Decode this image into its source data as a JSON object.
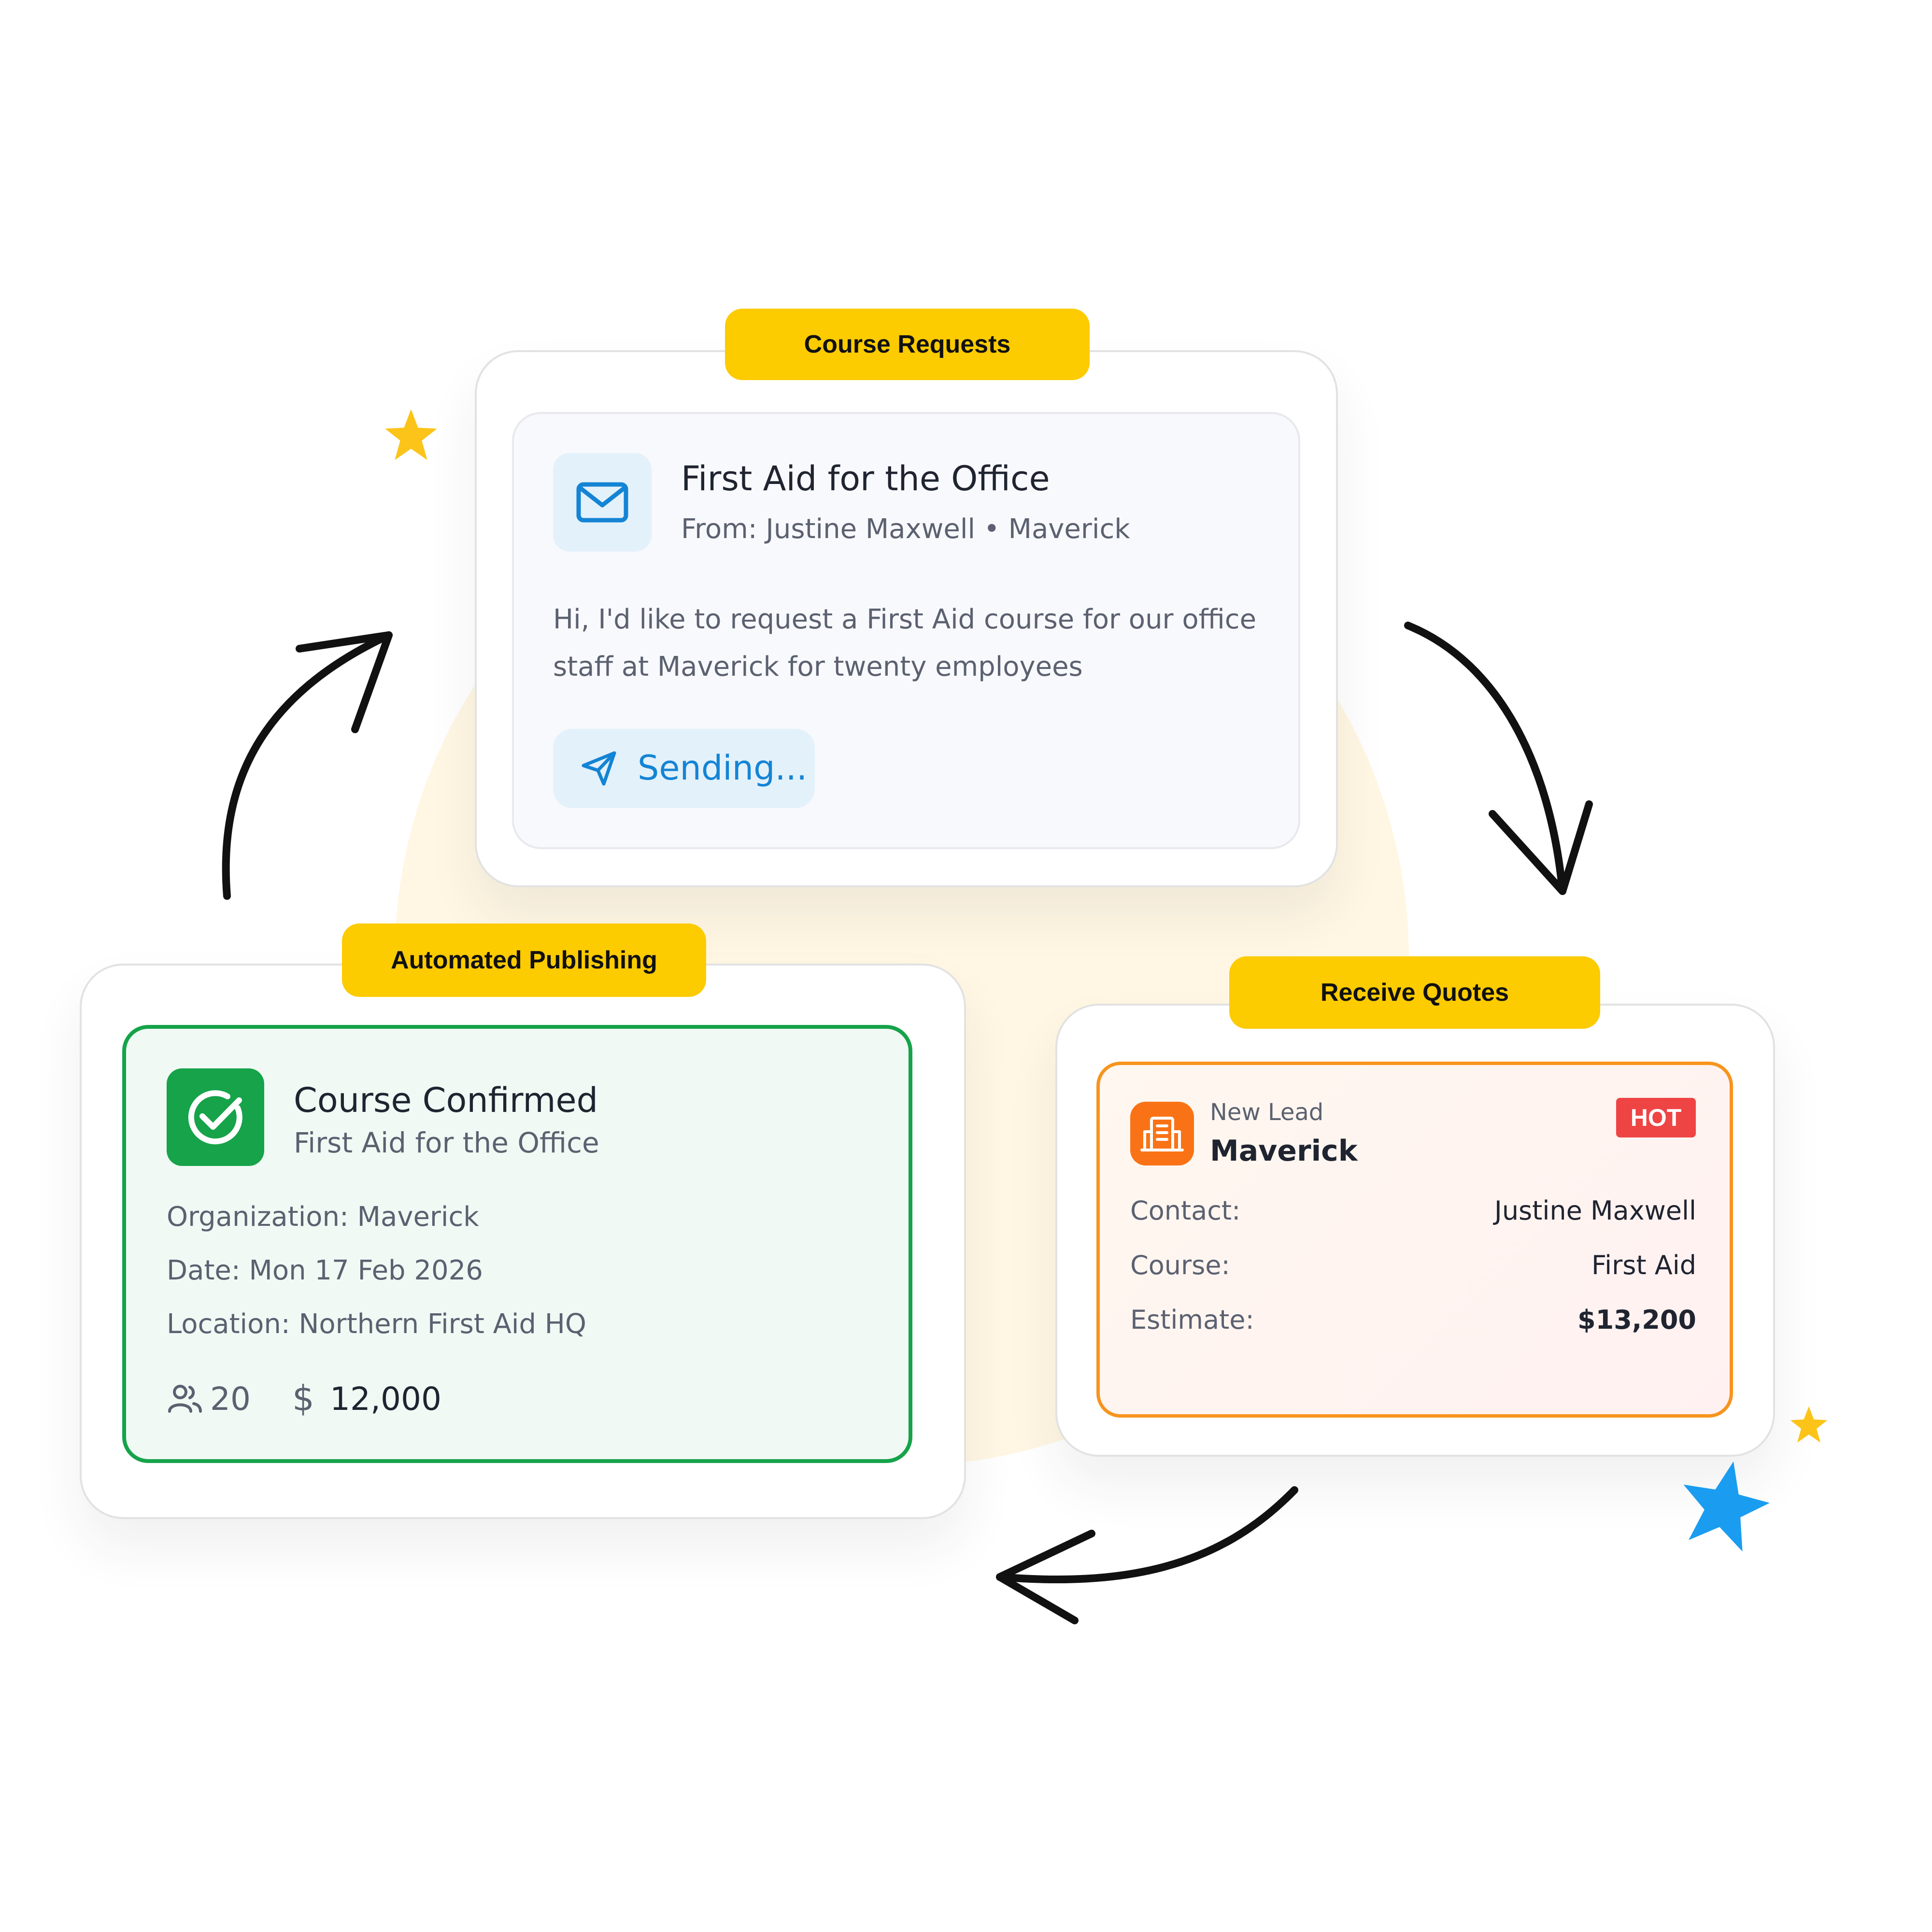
{
  "stages": {
    "course_requests": {
      "label": "Course Requests",
      "title": "First Aid for the Office",
      "from": "From: Justine Maxwell • Maverick",
      "message_line1": "Hi, I'd like to request a First Aid course for our office",
      "message_line2": "staff at Maverick for twenty employees",
      "status": "Sending..."
    },
    "receive_quotes": {
      "label": "Receive Quotes",
      "kicker": "New Lead",
      "org": "Maverick",
      "badge": "HOT",
      "rows": [
        {
          "label": "Contact:",
          "value": "Justine Maxwell"
        },
        {
          "label": "Course:",
          "value": "First Aid"
        },
        {
          "label": "Estimate:",
          "value": "$13,200"
        }
      ]
    },
    "automated_publishing": {
      "label": "Automated Publishing",
      "title": "Course Confirmed",
      "subtitle": "First Aid for the Office",
      "organization": "Organization: Maverick",
      "date": "Date: Mon 17 Feb 2026",
      "location": "Location: Northern First Aid HQ",
      "attendees": "20",
      "price": "12,000"
    }
  },
  "colors": {
    "pill": "#fccb00",
    "mail_blue": "#1484d4",
    "success_green": "#16a34a",
    "lead_orange": "#f7941d",
    "hot_red": "#ef4444",
    "star_yellow": "#fcc419",
    "star_blue": "#1a9cf0"
  },
  "icons": [
    "mail-icon",
    "send-icon",
    "building-icon",
    "check-circle-icon",
    "users-icon",
    "dollar-icon",
    "star-icon",
    "arrow-icon"
  ]
}
